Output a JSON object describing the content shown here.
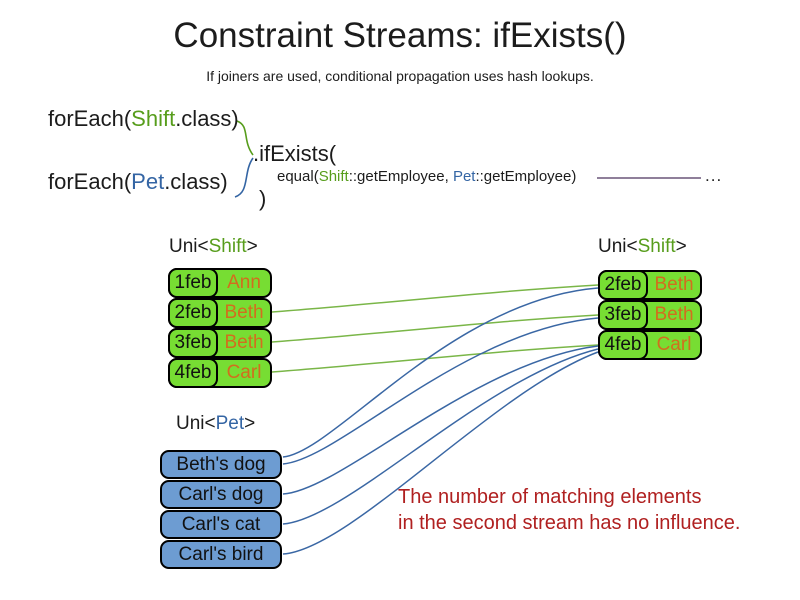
{
  "title": "Constraint Streams: ifExists()",
  "subtitle": "If joiners are used, conditional propagation uses hash lookups.",
  "code": {
    "foreach_shift": {
      "prefix": "forEach(",
      "class_name": "Shift",
      "suffix": ".class)"
    },
    "foreach_pet": {
      "prefix": "forEach(",
      "class_name": "Pet",
      "suffix": ".class)"
    },
    "if_exists_open": ".ifExists(",
    "equal_joiner": {
      "prefix": "equal(",
      "left_class": "Shift",
      "left_rest": "::getEmployee, ",
      "right_class": "Pet",
      "right_rest": "::getEmployee)"
    },
    "if_exists_close": ")",
    "continuation_ellipsis": "..."
  },
  "left_shift_table": {
    "label": {
      "prefix": "Uni<",
      "class_name": "Shift",
      "suffix": ">"
    },
    "rows": [
      {
        "date": "1feb",
        "employee": "Ann"
      },
      {
        "date": "2feb",
        "employee": "Beth"
      },
      {
        "date": "3feb",
        "employee": "Beth"
      },
      {
        "date": "4feb",
        "employee": "Carl"
      }
    ]
  },
  "right_shift_table": {
    "label": {
      "prefix": "Uni<",
      "class_name": "Shift",
      "suffix": ">"
    },
    "rows": [
      {
        "date": "2feb",
        "employee": "Beth"
      },
      {
        "date": "3feb",
        "employee": "Beth"
      },
      {
        "date": "4feb",
        "employee": "Carl"
      }
    ]
  },
  "pet_table": {
    "label": {
      "prefix": "Uni<",
      "class_name": "Pet",
      "suffix": ">"
    },
    "items": [
      {
        "name": "Beth's dog"
      },
      {
        "name": "Carl's dog"
      },
      {
        "name": "Carl's cat"
      },
      {
        "name": "Carl's bird"
      }
    ]
  },
  "note": {
    "line1": "The number of matching elements",
    "line2": "in the second stream has no influence."
  },
  "colors": {
    "shift_green_text": "#579D1C",
    "pet_blue_text": "#3465A4",
    "shift_cell_green": "#77DD33",
    "pet_cell_blue": "#6D9CD2",
    "employee_orange": "#D26E1E",
    "note_red": "#B02020",
    "match_line_green": "#7AB648",
    "match_line_blue": "#3A67A4",
    "continuation_purple": "#6A5578"
  }
}
